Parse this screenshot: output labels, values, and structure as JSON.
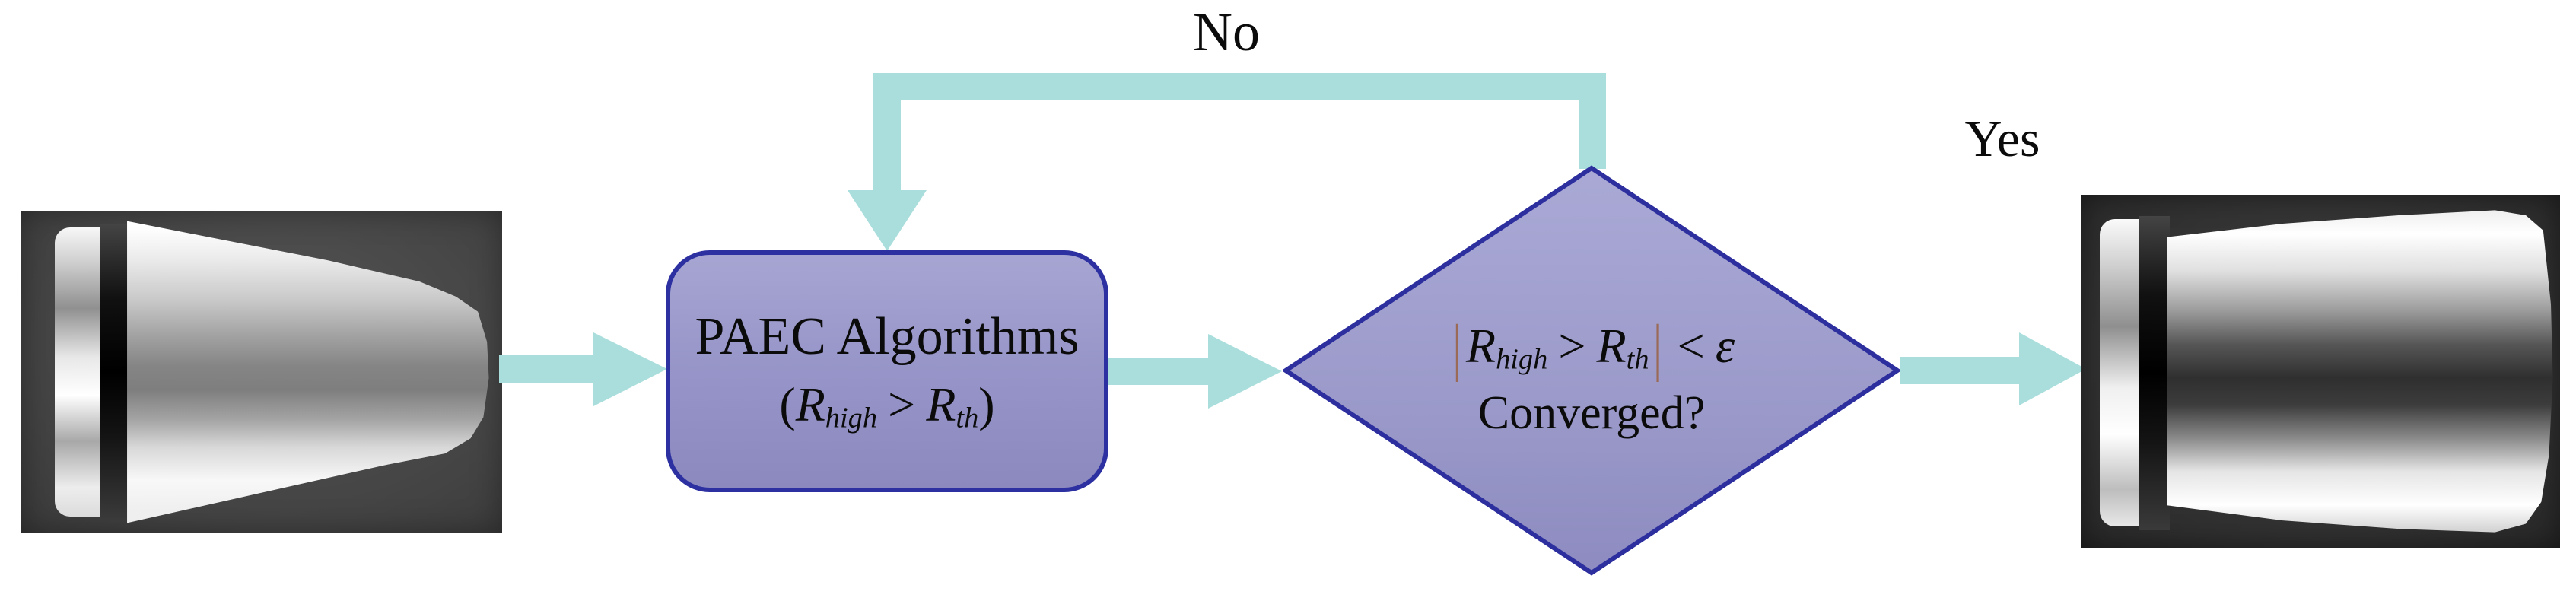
{
  "figure": {
    "type": "flowchart",
    "description": "PAEC algorithm convergence loop between machined tapered workpiece photos"
  },
  "edge_labels": {
    "no": "No",
    "yes": "Yes"
  },
  "paec_box": {
    "title": "PAEC Algorithms",
    "formula": {
      "lparen": "(",
      "r1": "R",
      "sub1": "high",
      "op": ">",
      "r2": "R",
      "sub2": "th",
      "rparen": ")"
    }
  },
  "decision_diamond": {
    "formula": {
      "bar1": "|",
      "r1": "R",
      "sub1": "high",
      "op": ">",
      "r2": "R",
      "sub2": "th",
      "bar2": "|",
      "cmp": "<",
      "epsilon": "ε"
    },
    "question": "Converged?"
  },
  "photos": {
    "left": {
      "label": "machined tapered workpiece (input)"
    },
    "right": {
      "label": "machined tapered workpiece (converged output)"
    }
  },
  "colors": {
    "arrow": "#aadedd",
    "box_border": "#2d30a1",
    "box_fill_top": "#a6a5d2",
    "box_fill_bottom": "#8b89bd",
    "diamond_border": "#2d2f9f",
    "diamond_fill_top": "#aaa9d6",
    "diamond_fill_bottom": "#8d8bc0",
    "abs_bar": "#9a6a57",
    "text": "#0b0b0b"
  }
}
